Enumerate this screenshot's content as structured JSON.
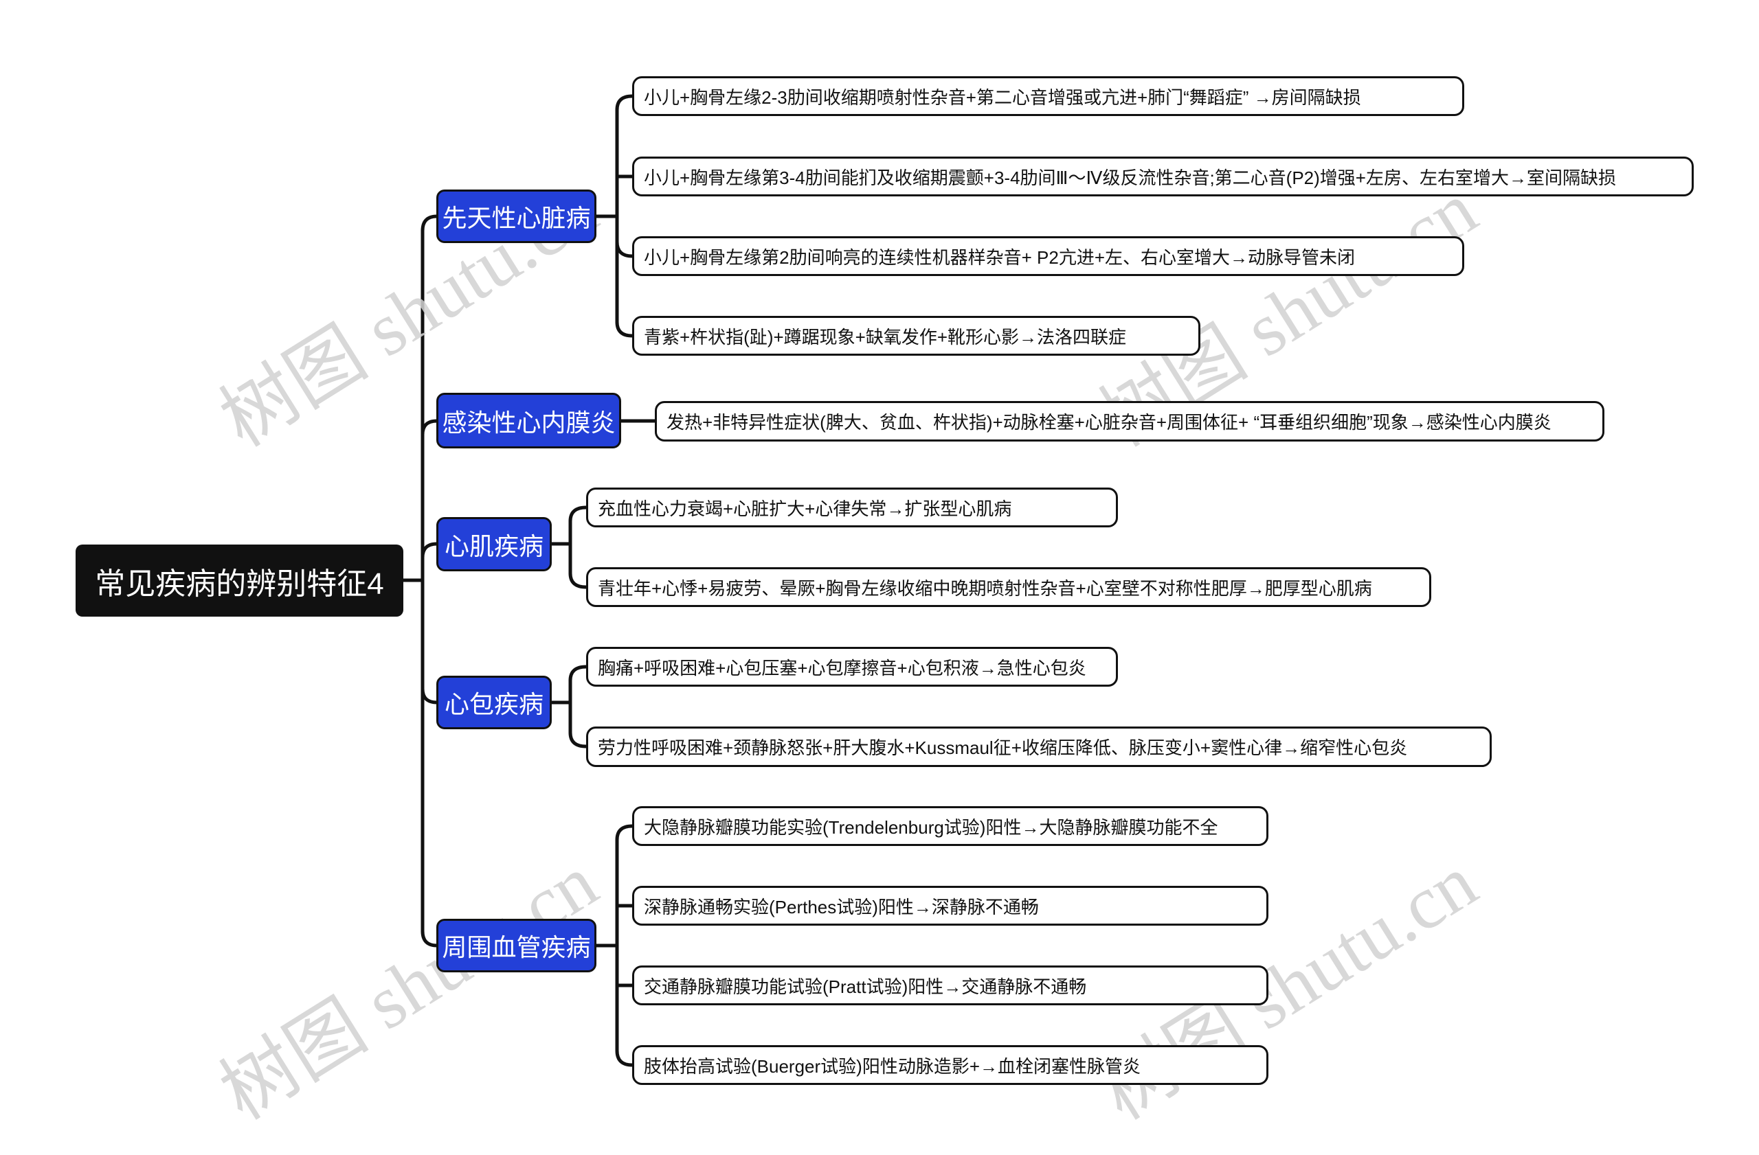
{
  "root": {
    "label": "常见疾病的辨别特征4"
  },
  "branches": [
    {
      "label": "先天性心脏病",
      "children": [
        "小儿+胸骨左缘2-3肋间收缩期喷射性杂音+第二心音增强或亢进+肺门“舞蹈症” →房间隔缺损",
        "小儿+胸骨左缘第3-4肋间能扪及收缩期震颤+3-4肋间Ⅲ～Ⅳ级反流性杂音;第二心音(P2)增强+左房、左右室增大→室间隔缺损",
        "小儿+胸骨左缘第2肋间响亮的连续性机器样杂音+ P2亢进+左、右心室增大→动脉导管未闭",
        "青紫+杵状指(趾)+蹲踞现象+缺氧发作+靴形心影→法洛四联症"
      ]
    },
    {
      "label": "感染性心内膜炎",
      "children": [
        "发热+非特异性症状(脾大、贫血、杵状指)+动脉栓塞+心脏杂音+周围体征+ “耳垂组织细胞”现象→感染性心内膜炎"
      ]
    },
    {
      "label": "心肌疾病",
      "children": [
        "充血性心力衰竭+心脏扩大+心律失常→扩张型心肌病",
        "青壮年+心悸+易疲劳、晕厥+胸骨左缘收缩中晚期喷射性杂音+心室壁不对称性肥厚→肥厚型心肌病"
      ]
    },
    {
      "label": "心包疾病",
      "children": [
        "胸痛+呼吸困难+心包压塞+心包摩擦音+心包积液→急性心包炎",
        "劳力性呼吸困难+颈静脉怒张+肝大腹水+Kussmaul征+收缩压降低、脉压变小+窦性心律→缩窄性心包炎"
      ]
    },
    {
      "label": "周围血管疾病",
      "children": [
        "大隐静脉瓣膜功能实验(Trendelenburg试验)阳性→大隐静脉瓣膜功能不全",
        "深静脉通畅实验(Perthes试验)阳性→深静脉不通畅",
        "交通静脉瓣膜功能试验(Pratt试验)阳性→交通静脉不通畅",
        "肢体抬高试验(Buerger试验)阳性动脉造影+→血栓闭塞性脉管炎"
      ]
    }
  ],
  "watermark": {
    "text": "树图 shutu.cn"
  },
  "colors": {
    "root_bg": "#111111",
    "branch_bg": "#2340d8",
    "leaf_bg": "#ffffff",
    "line": "#111111",
    "watermark": "#d2d2d2"
  }
}
